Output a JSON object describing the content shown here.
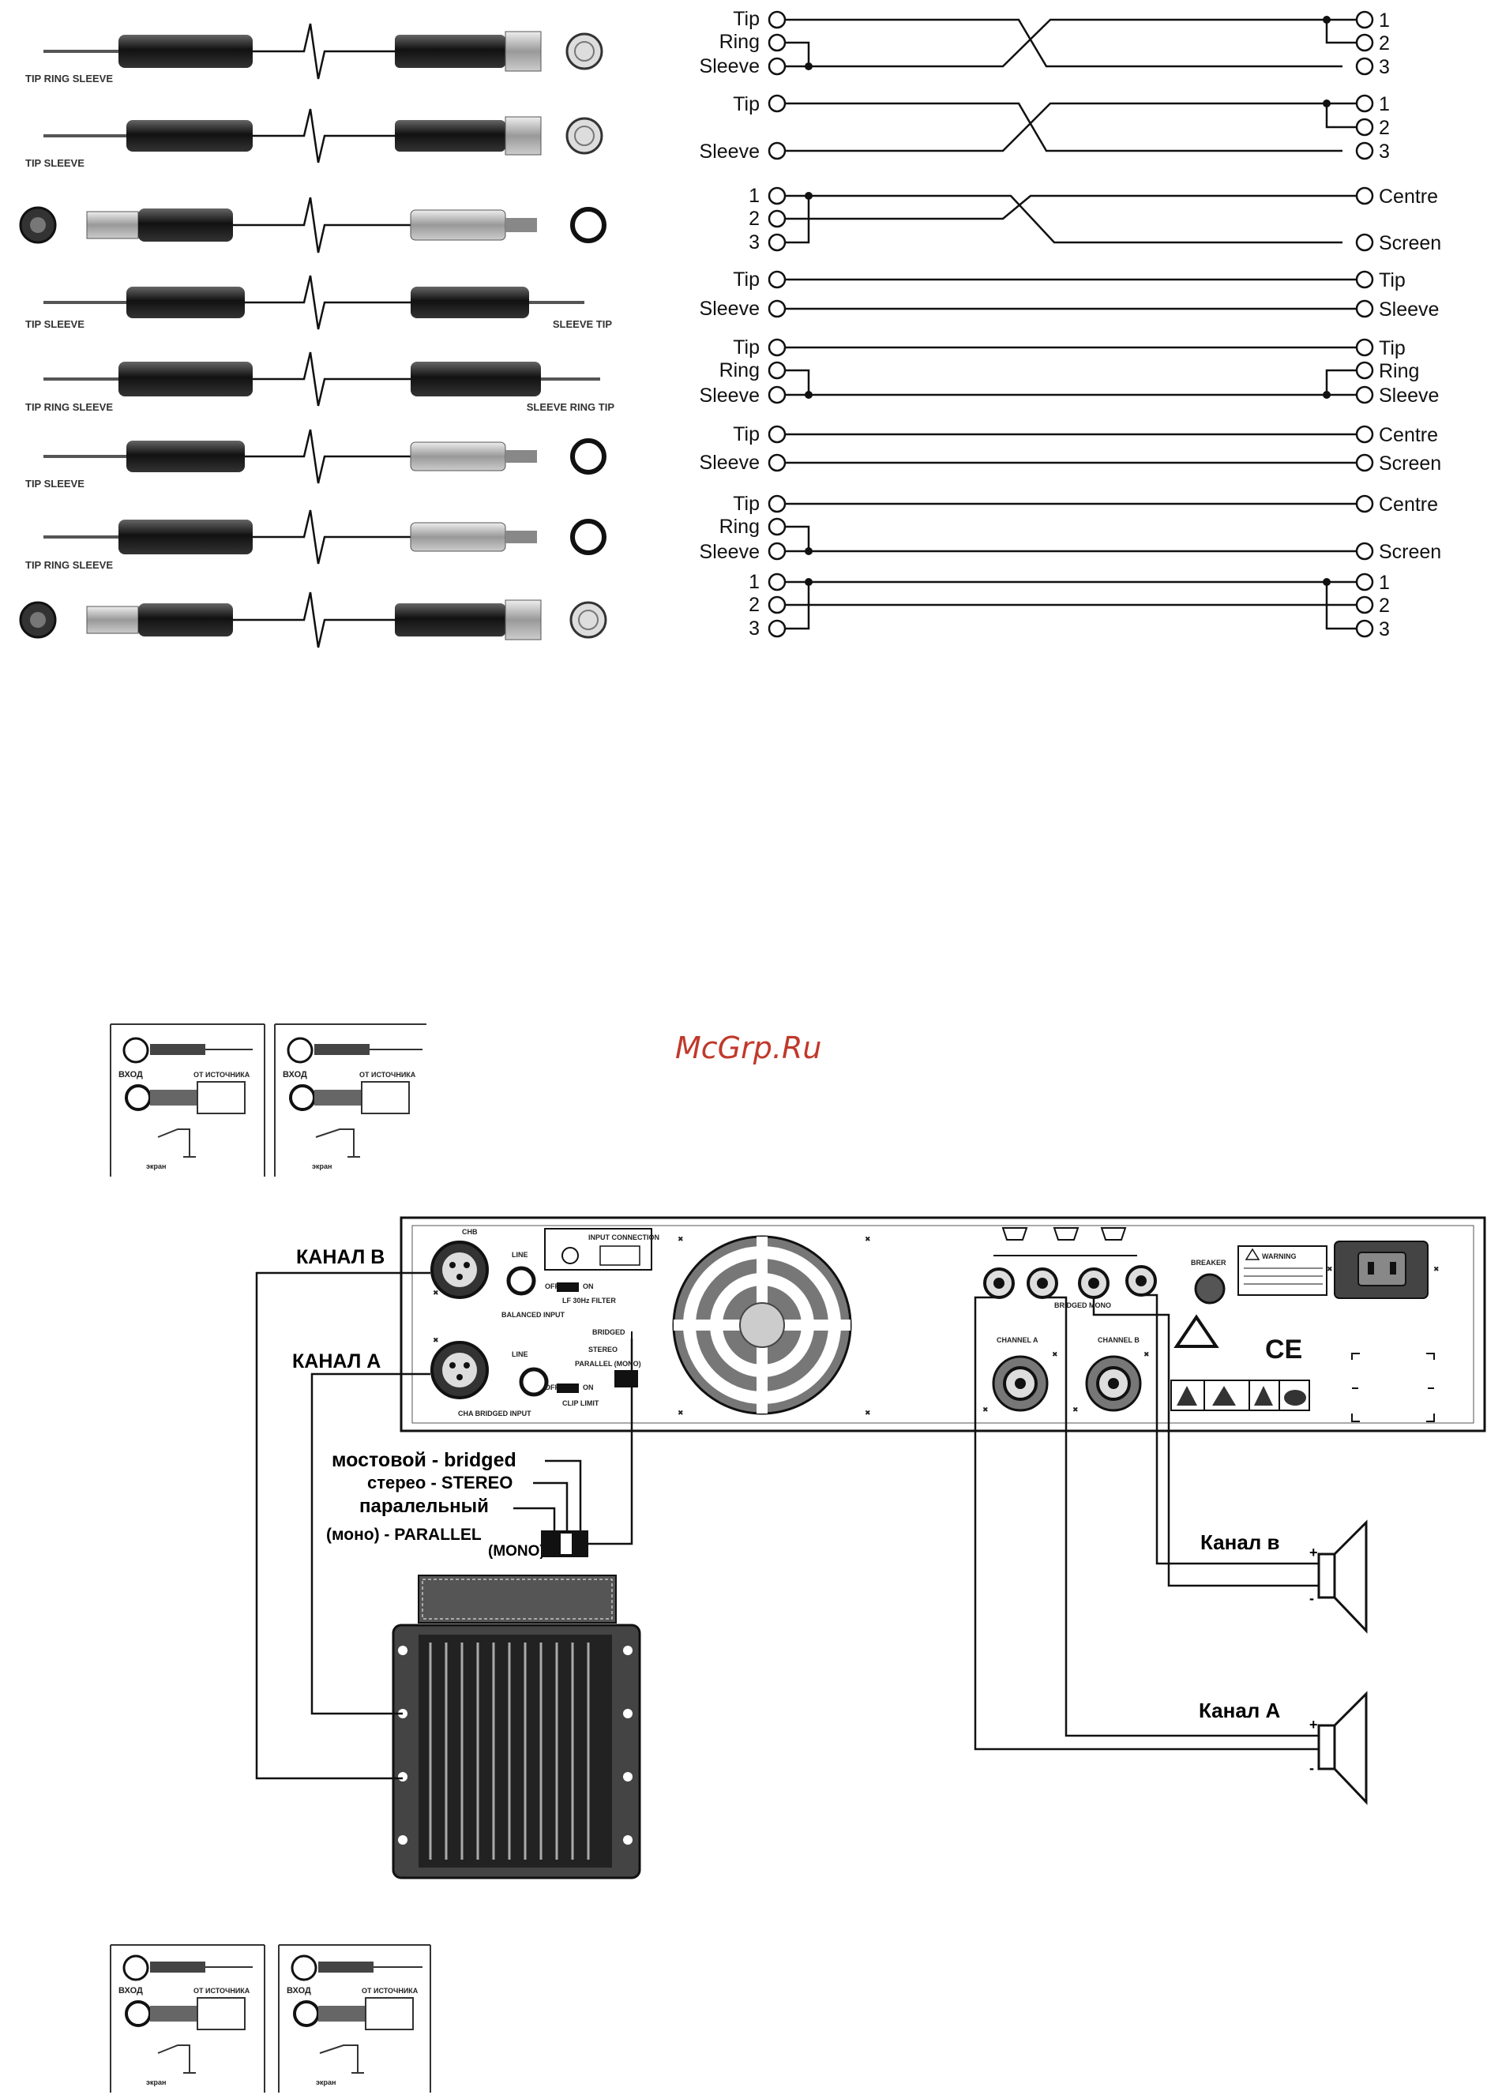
{
  "watermark": "McGrp.Ru",
  "cable_photos": [
    {
      "left_caption": "TIP RING SLEEVE",
      "right_caption": ""
    },
    {
      "left_caption": "TIP SLEEVE",
      "right_caption": ""
    },
    {
      "left_caption": "",
      "right_caption": ""
    },
    {
      "left_caption": "TIP SLEEVE",
      "right_caption": "SLEEVE TIP"
    },
    {
      "left_caption": "TIP RING SLEEVE",
      "right_caption": "SLEEVE RING TIP"
    },
    {
      "left_caption": "TIP SLEEVE",
      "right_caption": ""
    },
    {
      "left_caption": "TIP RING SLEEVE",
      "right_caption": ""
    },
    {
      "left_caption": "",
      "right_caption": ""
    }
  ],
  "wiring": [
    {
      "left": [
        "Tip",
        "Ring",
        "Sleeve"
      ],
      "right": [
        "1",
        "2",
        "3"
      ]
    },
    {
      "left": [
        "Tip",
        "Sleeve"
      ],
      "right": [
        "1",
        "2",
        "3"
      ]
    },
    {
      "left": [
        "1",
        "2",
        "3"
      ],
      "right": [
        "Centre",
        "Screen"
      ]
    },
    {
      "left": [
        "Tip",
        "Sleeve"
      ],
      "right": [
        "Tip",
        "Sleeve"
      ]
    },
    {
      "left": [
        "Tip",
        "Ring",
        "Sleeve"
      ],
      "right": [
        "Tip",
        "Ring",
        "Sleeve"
      ]
    },
    {
      "left": [
        "Tip",
        "Sleeve"
      ],
      "right": [
        "Centre",
        "Screen"
      ]
    },
    {
      "left": [
        "Tip",
        "Ring",
        "Sleeve"
      ],
      "right": [
        "Centre",
        "Screen"
      ]
    },
    {
      "left": [
        "1",
        "2",
        "3"
      ],
      "right": [
        "1",
        "2",
        "3"
      ]
    }
  ],
  "input_panels": {
    "input_label": "ВХОД",
    "source_label": "ОТ ИСТОЧНИКА",
    "screen_label": "экран"
  },
  "amplifier": {
    "channel_b": "КАНАЛ В",
    "channel_a": "КАНАЛ А",
    "chb": "CHB",
    "cha_bridged": "CHA BRIDGED INPUT",
    "line": "LINE",
    "balanced_input": "BALANCED INPUT",
    "input_connection": "INPUT CONNECTION",
    "lf_filter": "LF 30Hz FILTER",
    "clip_limit": "CLIP LIMIT",
    "off": "OFF",
    "on": "ON",
    "bridged": "BRIDGED",
    "stereo": "STEREO",
    "parallel_mono": "PARALLEL (MONO)",
    "channel_a_out": "CHANNEL A",
    "channel_b_out": "CHANNEL B",
    "bridged_mono": "BRIDGED MONO",
    "breaker": "BREAKER",
    "warning": "WARNING",
    "ce": "CE"
  },
  "mode_legend": {
    "bridged": "мостовой - bridged",
    "stereo": "стерео - STEREO",
    "parallel": "паралельный",
    "mono": "(моно) - PARALLEL",
    "mono2": "(MONO)"
  },
  "speakers": {
    "channel_b": "Канал  в",
    "channel_a": "Канал  А",
    "plus": "+",
    "minus": "-"
  }
}
